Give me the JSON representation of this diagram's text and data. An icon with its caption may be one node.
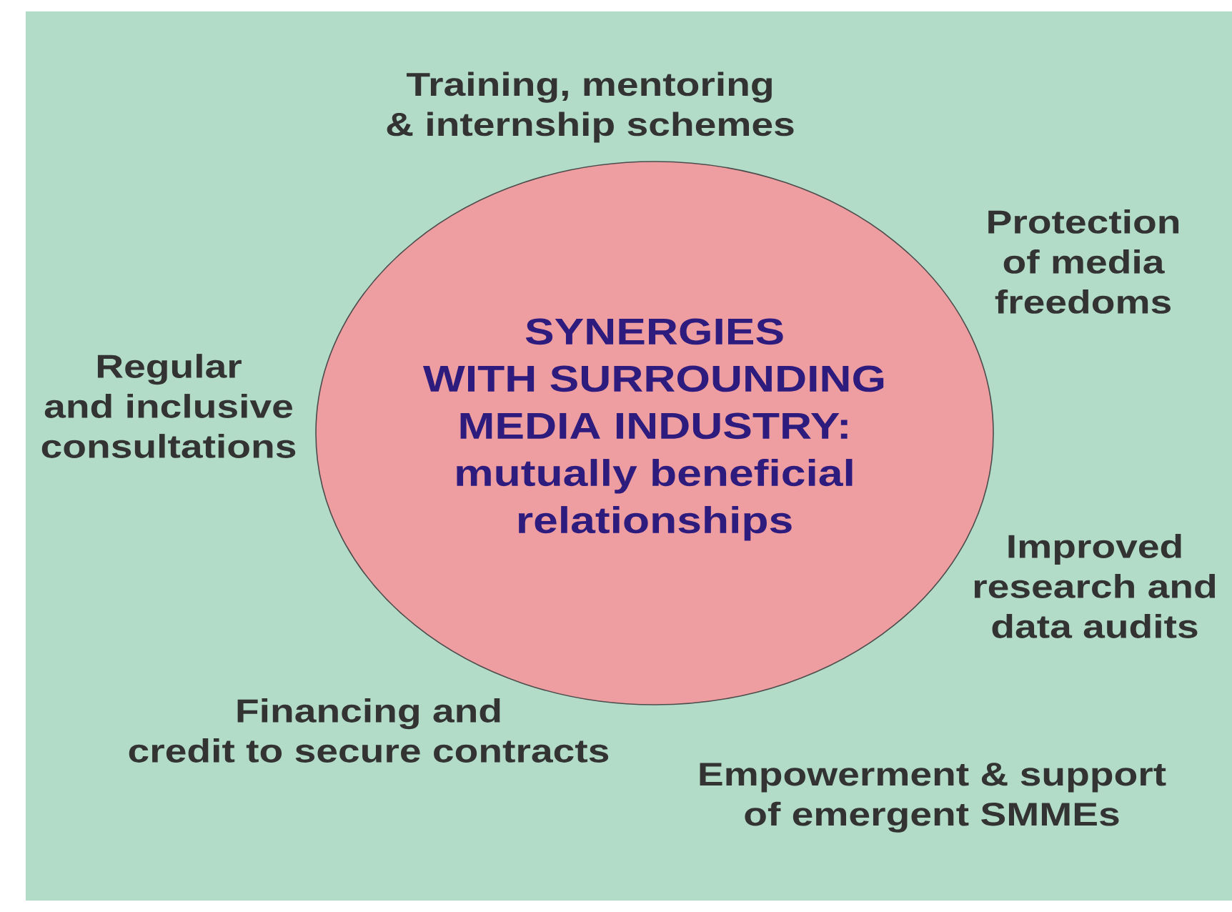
{
  "diagram": {
    "nodes": [
      {
        "text": [
          "SYNERGIES WITH SURROUNDING MEDIA INDUSTRY:",
          "mutually beneficial relationships"
        ]
      }
    ],
    "labels": [
      "Training, mentoring & internship schemes",
      "Protection of media freedoms",
      "Regular and inclusive consultations",
      "Improved research and data audits",
      "Financing and credit to secure contracts",
      "Empowerment & support of emergent SMMEs"
    ]
  }
}
